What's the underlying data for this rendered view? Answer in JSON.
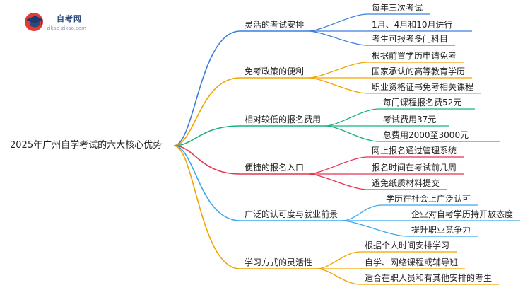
{
  "logo": {
    "title": "自考网",
    "url": "zikao-zikao.com"
  },
  "root": {
    "label": "2025年广州自学考试的六大核心优势"
  },
  "branches": [
    {
      "label": "灵活的考试安排",
      "color": "#3b7de0",
      "leaves": [
        "每年三次考试",
        "1月、4月和10月进行",
        "考生可报考多门科目"
      ]
    },
    {
      "label": "免考政策的便利",
      "color": "#f2a400",
      "leaves": [
        "根据前置学历申请免考",
        "国家承认的高等教育学历",
        "职业资格证书免考相关课程"
      ]
    },
    {
      "label": "相对较低的报名费用",
      "color": "#18b37a",
      "leaves": [
        "每门课程报名费52元",
        "考试费用37元",
        "总费用2000至3000元"
      ]
    },
    {
      "label": "便捷的报名入口",
      "color": "#e8334f",
      "leaves": [
        "网上报名通过管理系统",
        "报名时间在考试前几周",
        "避免纸质材料提交"
      ]
    },
    {
      "label": "广泛的认可度与就业前景",
      "color": "#3aa8f0",
      "leaves": [
        "学历在社会上广泛认可",
        "企业对自考学历持开放态度",
        "提升职业竞争力"
      ]
    },
    {
      "label": "学习方式的灵活性",
      "color": "#f2a400",
      "leaves": [
        "根据个人时间安排学习",
        "自学、网络课程或辅导班",
        "适合在职人员和有其他安排的考生"
      ]
    }
  ]
}
